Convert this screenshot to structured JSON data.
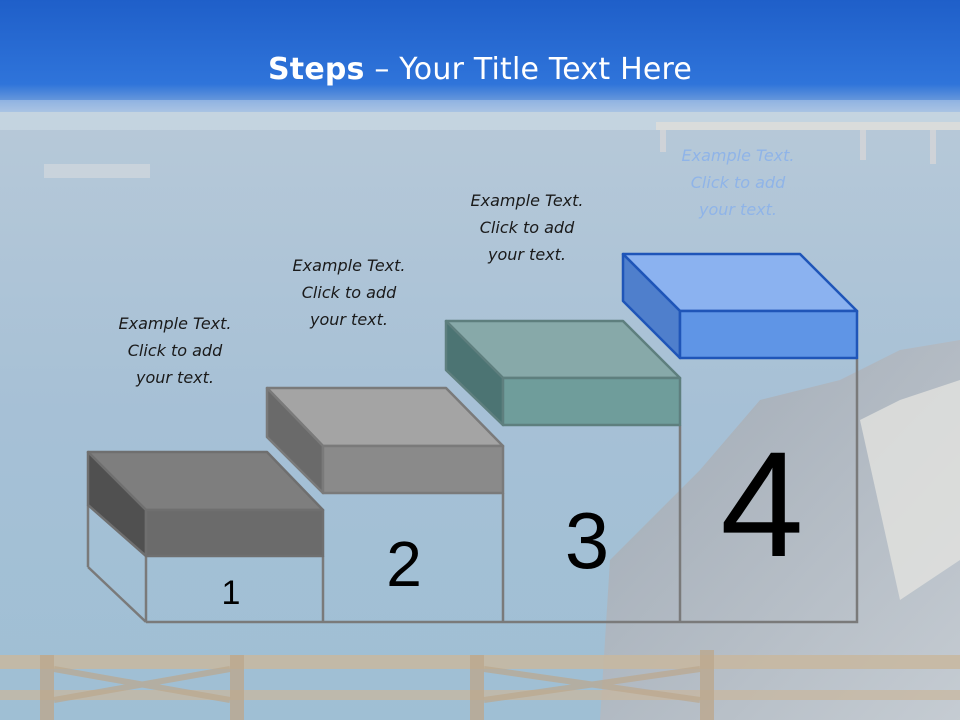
{
  "slide": {
    "title_bold": "Steps",
    "title_rest": " – Your Title Text Here",
    "colors": {
      "title_band": "#2f6fd6",
      "water": "#a9c3d6",
      "step1": "#6b6b6b",
      "step2": "#8a8a8a",
      "step3": "#6f9d9b",
      "step4": "#5f95e6"
    },
    "steps": [
      {
        "number": "1",
        "caption": "Example Text.\nClick  to add\nyour text."
      },
      {
        "number": "2",
        "caption": "Example Text.\nClick  to add\nyour text."
      },
      {
        "number": "3",
        "caption": "Example Text.\nClick  to add\nyour text."
      },
      {
        "number": "4",
        "caption": "Example Text.\nClick  to add\nyour text."
      }
    ]
  }
}
